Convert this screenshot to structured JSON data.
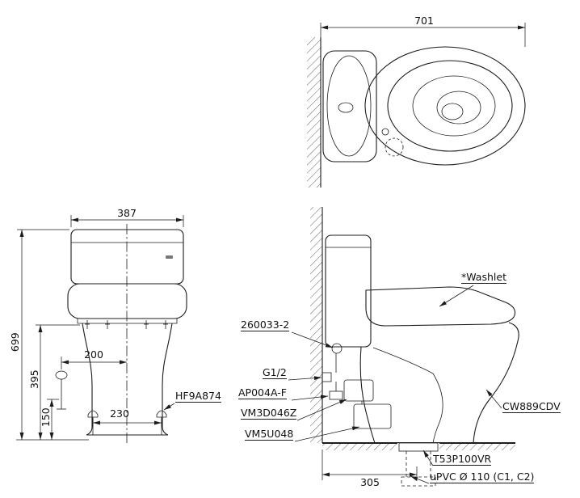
{
  "colors": {
    "line": "#1c1c1c",
    "background": "#ffffff"
  },
  "top_view": {
    "dim_width": "701"
  },
  "front_view": {
    "dim_width": "387",
    "dim_total_height": "699",
    "dim_rim_height": "395",
    "dim_supply_height": "150",
    "dim_supply_offset": "200",
    "dim_bolt_spacing": "230",
    "label_bolt_cap": "HF9A874"
  },
  "side_view": {
    "label_washlet": "*Washlet",
    "label_supply_hose": "260033-2",
    "label_thread": "G1/2",
    "label_stop_valve": "AP004A-F",
    "label_fill_valve": "VM3D046Z",
    "label_flush_valve": "VM5U048",
    "label_bowl_model": "CW889CDV",
    "label_flange": "T53P100VR",
    "label_drain_pipe": "uPVC Ø 110 (C1, C2)",
    "dim_rough_in": "305"
  }
}
